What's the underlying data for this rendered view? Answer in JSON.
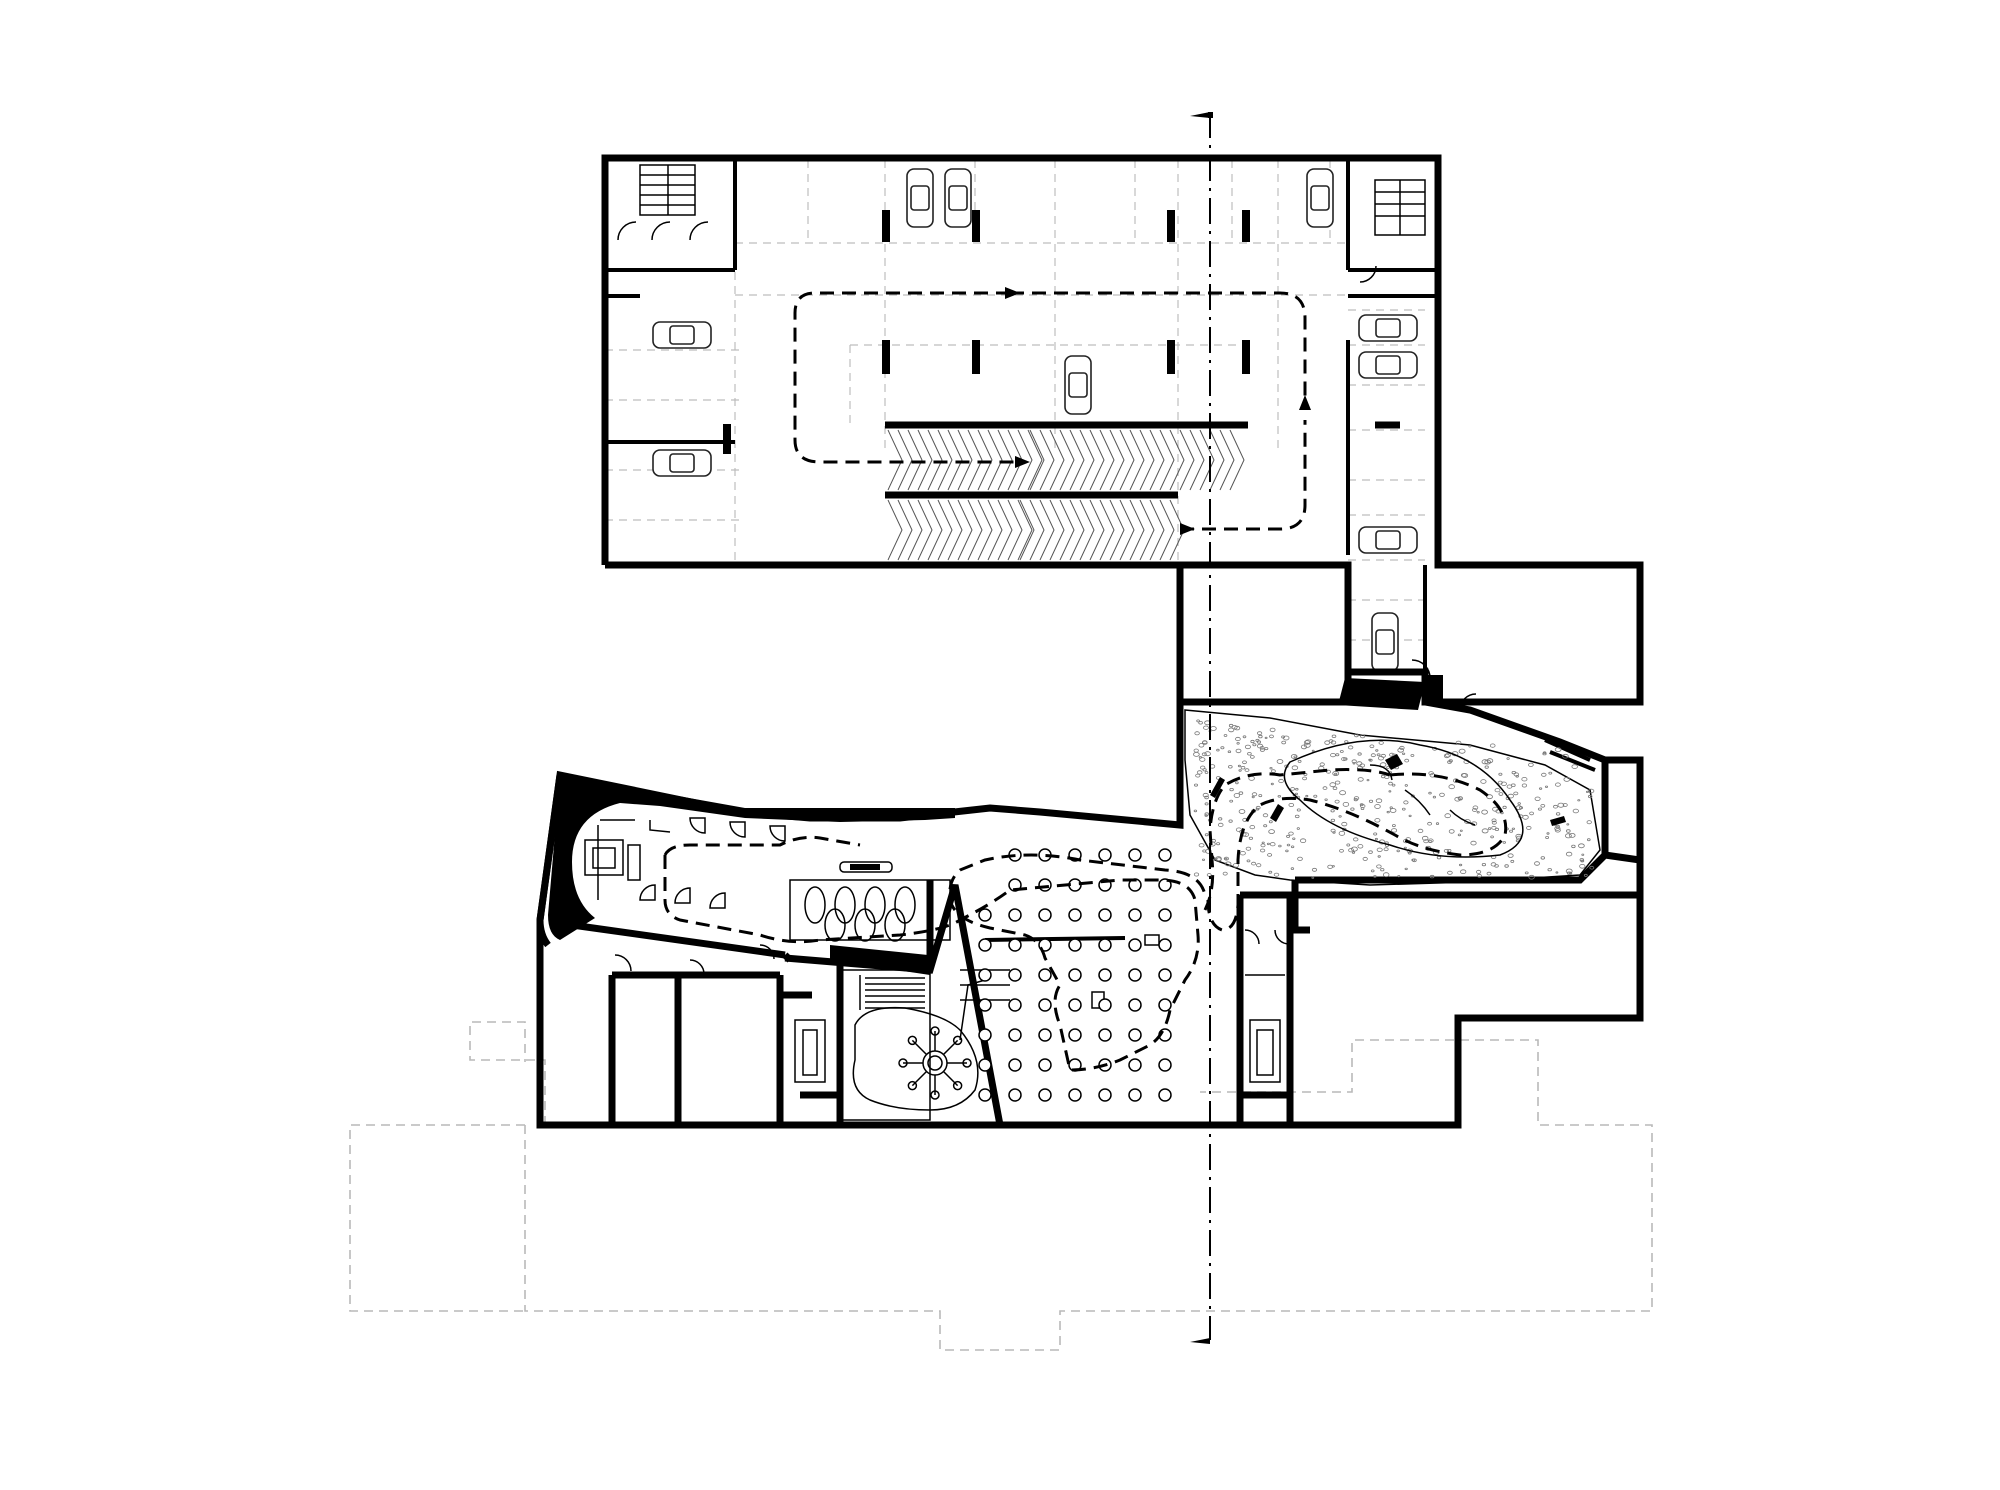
{
  "drawing": {
    "title": "",
    "type": "basement floor plan",
    "zones": [
      "underground-parking",
      "ramp",
      "exhibition-hall",
      "column-hall",
      "landscape-gallery",
      "staircases",
      "service-rooms"
    ],
    "colors": {
      "wall": "#000000",
      "background": "#ffffff",
      "grid": "#bdbdbd",
      "ghost_outline": "#b9b9b9"
    },
    "icons": [
      "car-icon",
      "column-icon",
      "door-swing-icon",
      "stair-icon",
      "section-marker-icon",
      "direction-arrow-icon"
    ]
  }
}
